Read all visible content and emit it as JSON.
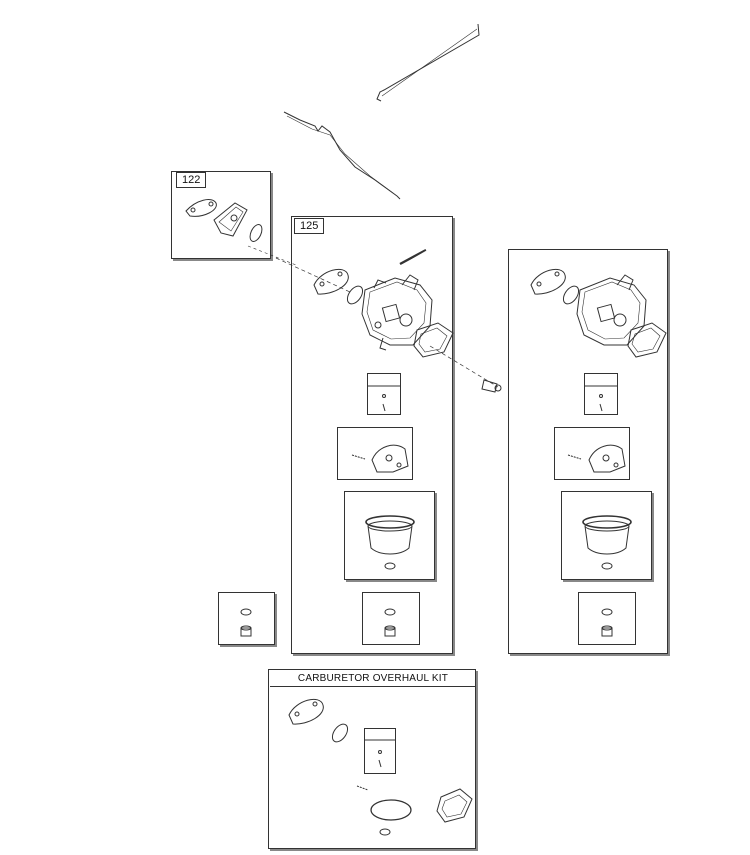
{
  "callouts": {
    "c122": "122",
    "c125": "125"
  },
  "kit": {
    "title": "CARBURETOR OVERHAUL KIT"
  }
}
